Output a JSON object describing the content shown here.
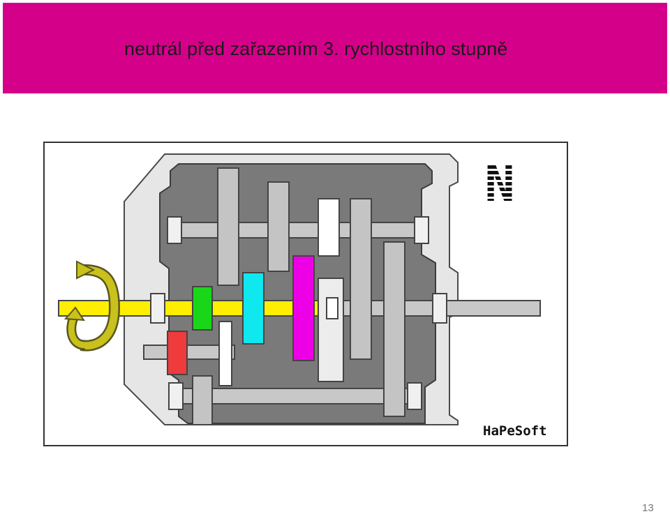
{
  "slide": {
    "title": "neutrál před zařazením 3. rychlostního stupně",
    "page_number": "13"
  },
  "diagram": {
    "gear_indicator": "N",
    "logo_text": "HaPeSoft",
    "colors": {
      "header": "#d5008a",
      "housing_outer": "#e6e6e6",
      "housing_inner": "#7a7a7a",
      "shaft": "#c8c8c8",
      "input_shaft": "#ffee00",
      "rotation_arrow": "#c9c11c",
      "gear_green": "#19d619",
      "gear_cyan": "#10e8f0",
      "gear_magenta": "#ee00e6",
      "gear_red": "#ef3b3b",
      "gear_white": "#ffffff",
      "gear_gray": "#c4c4c4"
    }
  }
}
